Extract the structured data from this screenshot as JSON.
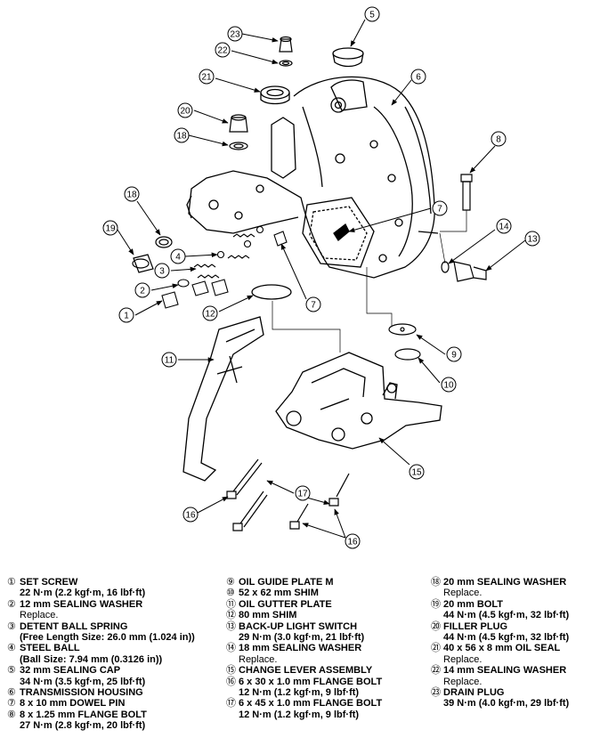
{
  "callouts": [
    {
      "num": "1",
      "mark": "①"
    },
    {
      "num": "2",
      "mark": "②"
    },
    {
      "num": "3",
      "mark": "③"
    },
    {
      "num": "4",
      "mark": "④"
    },
    {
      "num": "5",
      "mark": "⑤"
    },
    {
      "num": "6",
      "mark": "⑥"
    },
    {
      "num": "7",
      "mark": "⑦"
    },
    {
      "num": "8",
      "mark": "⑧"
    },
    {
      "num": "9",
      "mark": "⑨"
    },
    {
      "num": "10",
      "mark": "⑩"
    },
    {
      "num": "11",
      "mark": "⑪"
    },
    {
      "num": "12",
      "mark": "⑫"
    },
    {
      "num": "13",
      "mark": "⑬"
    },
    {
      "num": "14",
      "mark": "⑭"
    },
    {
      "num": "15",
      "mark": "⑮"
    },
    {
      "num": "16",
      "mark": "⑯"
    },
    {
      "num": "17",
      "mark": "⑰"
    },
    {
      "num": "18",
      "mark": "⑱"
    },
    {
      "num": "19",
      "mark": "⑲"
    },
    {
      "num": "20",
      "mark": "⑳"
    },
    {
      "num": "21",
      "mark": "㉑"
    },
    {
      "num": "22",
      "mark": "㉒"
    },
    {
      "num": "23",
      "mark": "㉓"
    }
  ],
  "legend": {
    "col1": [
      {
        "mark": "①",
        "name": "SET SCREW",
        "lines": [
          {
            "text": "22 N·m (2.2 kgf·m, 16 lbf·ft)",
            "bold": true
          }
        ]
      },
      {
        "mark": "②",
        "name": "12 mm SEALING WASHER",
        "lines": [
          {
            "text": "Replace.",
            "bold": false
          }
        ]
      },
      {
        "mark": "③",
        "name": "DETENT BALL SPRING",
        "lines": [
          {
            "text": "(Free Length Size: 26.0 mm (1.024 in))",
            "bold": true
          }
        ]
      },
      {
        "mark": "④",
        "name": "STEEL BALL",
        "lines": [
          {
            "text": "(Ball Size: 7.94 mm (0.3126 in))",
            "bold": true
          }
        ]
      },
      {
        "mark": "⑤",
        "name": "32 mm SEALING CAP",
        "lines": [
          {
            "text": "34 N·m (3.5 kgf·m, 25 lbf·ft)",
            "bold": true
          }
        ]
      },
      {
        "mark": "⑥",
        "name": "TRANSMISSION HOUSING",
        "lines": []
      },
      {
        "mark": "⑦",
        "name": "8 x 10 mm DOWEL PIN",
        "lines": []
      },
      {
        "mark": "⑧",
        "name": "8 x 1.25 mm FLANGE BOLT",
        "lines": [
          {
            "text": "27 N·m (2.8 kgf·m, 20 lbf·ft)",
            "bold": true
          }
        ]
      }
    ],
    "col2": [
      {
        "mark": "⑨",
        "name": "OIL GUIDE PLATE M",
        "lines": []
      },
      {
        "mark": "⑩",
        "name": "52 x 62 mm SHIM",
        "lines": []
      },
      {
        "mark": "⑪",
        "name": "OIL GUTTER PLATE",
        "lines": []
      },
      {
        "mark": "⑫",
        "name": "80 mm SHIM",
        "lines": []
      },
      {
        "mark": "⑬",
        "name": "BACK-UP LIGHT SWITCH",
        "lines": [
          {
            "text": "29 N·m (3.0 kgf·m, 21 lbf·ft)",
            "bold": true
          }
        ]
      },
      {
        "mark": "⑭",
        "name": "18 mm SEALING WASHER",
        "lines": [
          {
            "text": "Replace.",
            "bold": false
          }
        ]
      },
      {
        "mark": "⑮",
        "name": "CHANGE LEVER ASSEMBLY",
        "lines": []
      },
      {
        "mark": "⑯",
        "name": "6 x 30 x 1.0 mm FLANGE BOLT",
        "lines": [
          {
            "text": "12 N·m (1.2 kgf·m, 9 lbf·ft)",
            "bold": true
          }
        ]
      },
      {
        "mark": "⑰",
        "name": "6 x 45 x 1.0 mm FLANGE BOLT",
        "lines": [
          {
            "text": "12 N·m (1.2 kgf·m, 9 lbf·ft)",
            "bold": true
          }
        ]
      }
    ],
    "col3": [
      {
        "mark": "⑱",
        "name": "20 mm SEALING WASHER",
        "lines": [
          {
            "text": "Replace.",
            "bold": false
          }
        ]
      },
      {
        "mark": "⑲",
        "name": "20 mm BOLT",
        "lines": [
          {
            "text": "44 N·m (4.5 kgf·m, 32 lbf·ft)",
            "bold": true
          }
        ]
      },
      {
        "mark": "⑳",
        "name": "FILLER PLUG",
        "lines": [
          {
            "text": "44 N·m (4.5 kgf·m, 32 lbf·ft)",
            "bold": true
          }
        ]
      },
      {
        "mark": "㉑",
        "name": "40 x 56 x 8 mm OIL SEAL",
        "lines": [
          {
            "text": "Replace.",
            "bold": false
          }
        ]
      },
      {
        "mark": "㉒",
        "name": "14 mm SEALING WASHER",
        "lines": [
          {
            "text": "Replace.",
            "bold": false
          }
        ]
      },
      {
        "mark": "㉓",
        "name": "DRAIN PLUG",
        "lines": [
          {
            "text": "39 N·m (4.0 kgf·m, 29 lbf·ft)",
            "bold": true
          }
        ]
      }
    ]
  }
}
